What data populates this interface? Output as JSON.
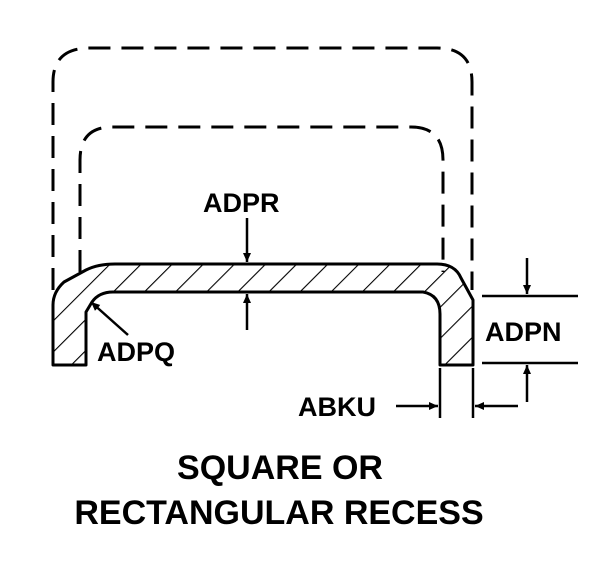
{
  "labels": {
    "adpr": "ADPR",
    "adpq": "ADPQ",
    "adpn": "ADPN",
    "abku": "ABKU"
  },
  "caption": {
    "line1": "SQUARE OR",
    "line2": "RECTANGULAR RECESS"
  },
  "colors": {
    "ink": "#000000",
    "background": "#ffffff"
  }
}
